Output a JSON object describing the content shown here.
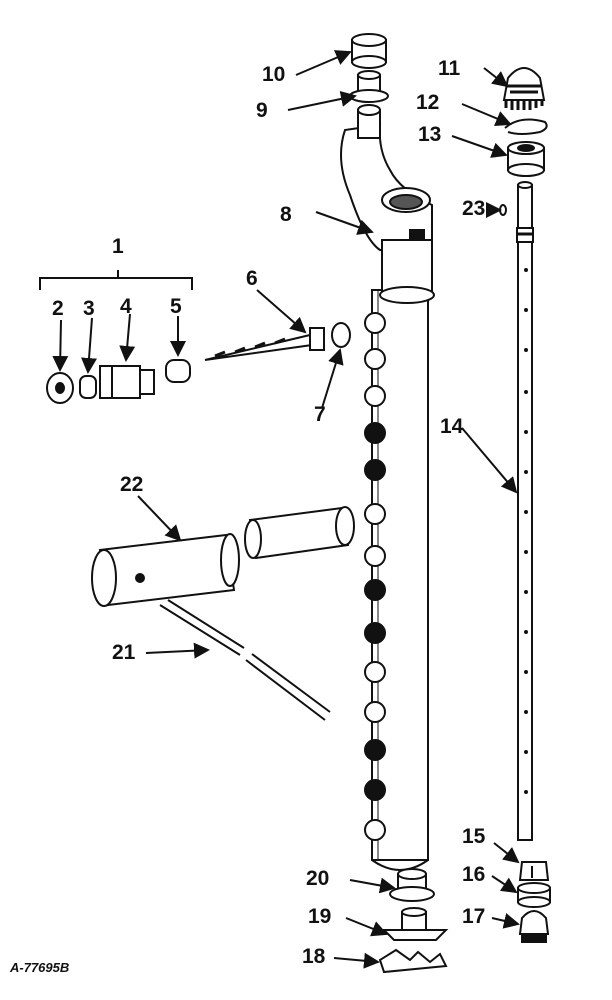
{
  "callouts": [
    "1",
    "2",
    "3",
    "4",
    "5",
    "6",
    "7",
    "8",
    "9",
    "10",
    "11",
    "12",
    "13",
    "14",
    "15",
    "16",
    "17",
    "18",
    "19",
    "20",
    "21",
    "22",
    "23"
  ],
  "drawing_number": "A-77695B",
  "colors": {
    "ink": "#111111",
    "paper": "#ffffff",
    "shade": "#555555"
  }
}
